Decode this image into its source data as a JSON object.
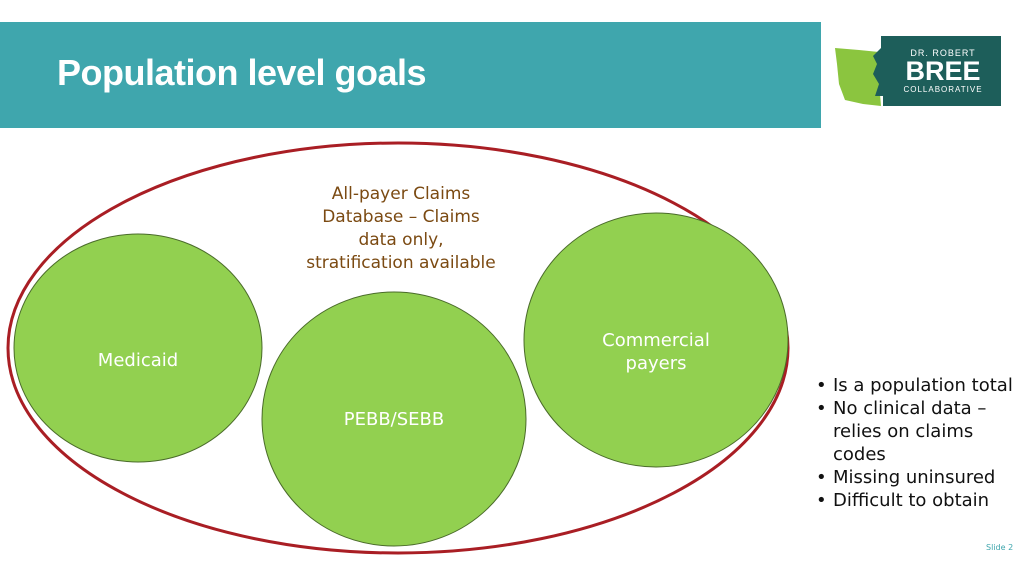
{
  "slide": {
    "title": "Population level goals",
    "slide_number": "Slide 2"
  },
  "logo": {
    "line1": "DR. ROBERT",
    "line2": "BREE",
    "line3": "COLLABORATIVE",
    "colors": {
      "badge": "#1d5e5a",
      "state": "#8bc53f",
      "text": "#ffffff"
    }
  },
  "diagram": {
    "outer_label": "All-payer Claims Database – Claims data only, stratification available",
    "circles": [
      {
        "id": "medicaid",
        "label": "Medicaid"
      },
      {
        "id": "pebb",
        "label": "PEBB/SEBB"
      },
      {
        "id": "commercial",
        "label": "Commercial payers"
      }
    ],
    "colors": {
      "outer_stroke": "#a91e24",
      "circle_fill": "#92d050",
      "circle_stroke": "#4a6b2a"
    }
  },
  "notes": [
    "Is a population total",
    "No clinical data – relies on claims codes",
    "Missing uninsured",
    "Difficult to obtain"
  ],
  "theme": {
    "title_bar": "#3fa6ad"
  }
}
